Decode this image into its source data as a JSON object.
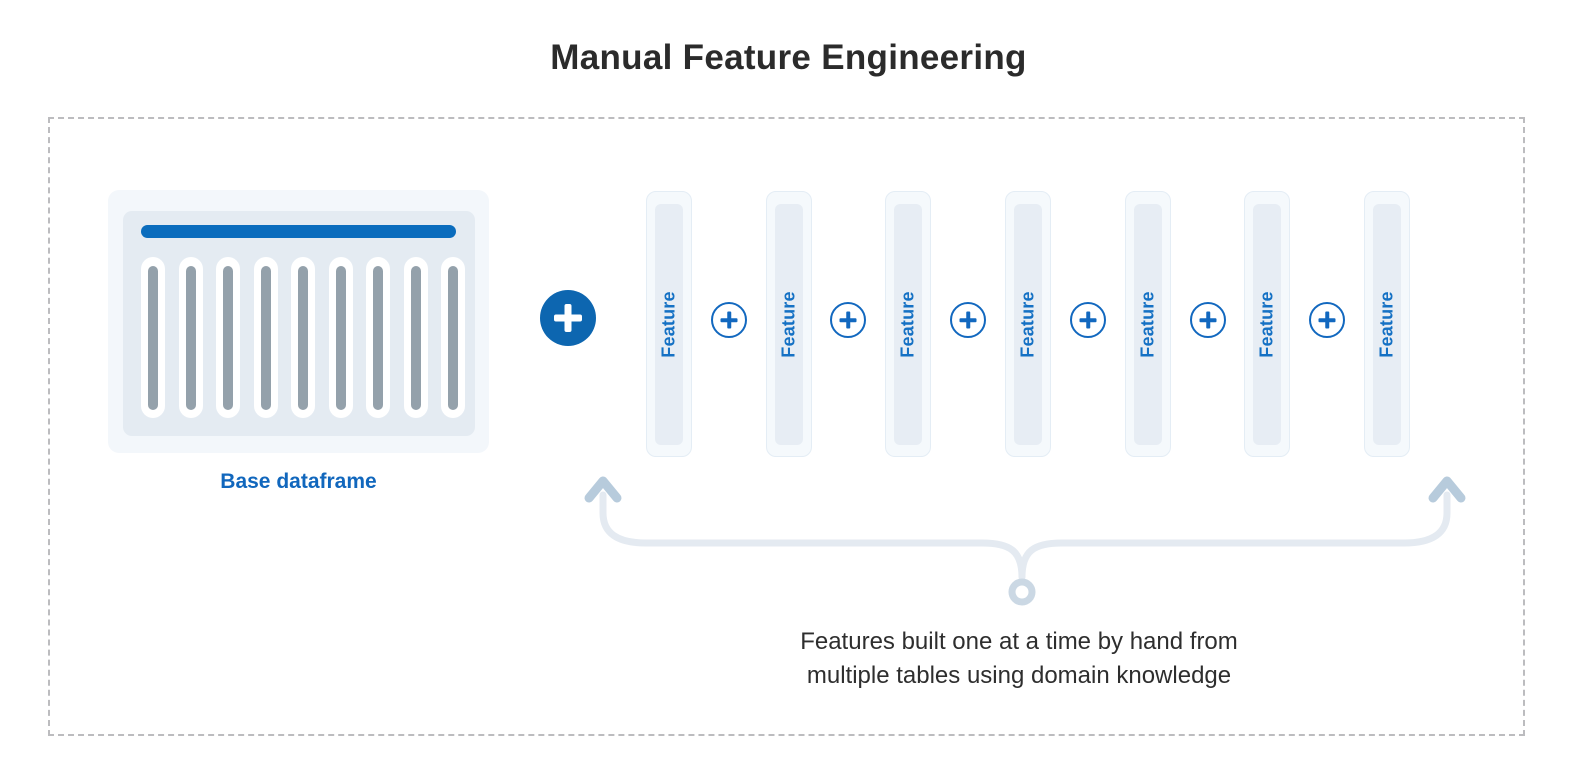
{
  "title": "Manual Feature Engineering",
  "base_dataframe": {
    "label": "Base dataframe",
    "column_count": 9
  },
  "features": {
    "items": [
      {
        "label": "Feature"
      },
      {
        "label": "Feature"
      },
      {
        "label": "Feature"
      },
      {
        "label": "Feature"
      },
      {
        "label": "Feature"
      },
      {
        "label": "Feature"
      },
      {
        "label": "Feature"
      }
    ]
  },
  "icons": {
    "big_plus": "plus-circle-filled",
    "small_plus": "plus-circle-outline",
    "brace": "curly-brace-with-up-arrows"
  },
  "caption": {
    "line1": "Features built one at a time by hand from",
    "line2": "multiple tables using domain knowledge"
  },
  "colors": {
    "primary_blue": "#0a6cbd",
    "big_plus_blue": "#0d66b0",
    "small_plus_blue": "#1268bf",
    "feature_text_blue": "#1571c4",
    "base_label_blue": "#1167bd",
    "bar_bg": "#f5f9fc",
    "bar_inner": "#e7edf4",
    "df_card_bg": "#f3f7fb",
    "df_inner_bg": "#e4ebf2",
    "column_gray": "#94a1ab",
    "brace_line": "#e4eaf1",
    "brace_arrow": "#b7cbdc",
    "brace_ring": "#cbd8e4",
    "title_text": "#2b2b2b",
    "caption_text": "#2e2e2e",
    "frame_border": "#bcbcbf"
  }
}
